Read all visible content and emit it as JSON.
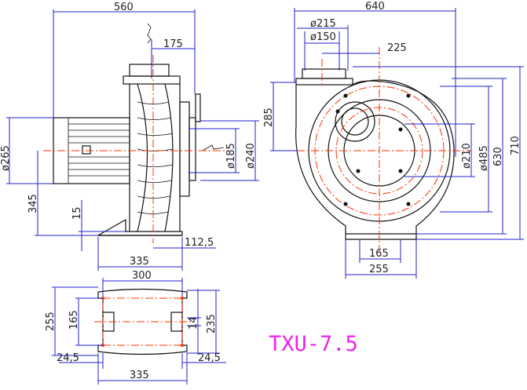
{
  "model": "TXU-7.5",
  "colors": {
    "dimension": "#2222cc",
    "centerline": "#ff3300",
    "outline": "#111111",
    "model": "#ee22ee"
  },
  "side_view": {
    "overall_length": "560",
    "outlet_offset": "175",
    "motor_diameter": "ø265",
    "shaft_height": "345",
    "base_thickness": "15",
    "base_length": "335",
    "base_offset": "112,5",
    "inlet_inner": "ø185",
    "inlet_outer": "ø240"
  },
  "front_view": {
    "overall_width": "640",
    "outlet_outer": "ø215",
    "outlet_inner": "ø150",
    "outlet_offset": "225",
    "outlet_height": "285",
    "bolt_circle": "ø210",
    "housing_inner": "ø485",
    "housing_outer": "630",
    "overall_height": "710",
    "base_inner": "165",
    "base_outer": "255"
  },
  "base_view": {
    "slot_span": "300",
    "width_outer": "255",
    "width_inner": "165",
    "slot_width": "14",
    "width_right": "235",
    "edge_left": "24,5",
    "edge_right": "24,5",
    "length": "335"
  }
}
